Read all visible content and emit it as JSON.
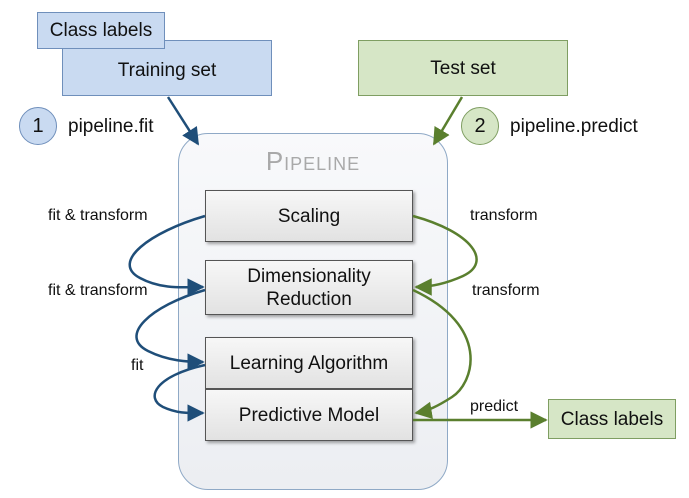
{
  "inputs": {
    "class_labels": "Class labels",
    "training_set": "Training set",
    "test_set": "Test set"
  },
  "steps": [
    {
      "number": "1",
      "call": "pipeline.fit"
    },
    {
      "number": "2",
      "call": "pipeline.predict"
    }
  ],
  "pipeline": {
    "title": "Pipeline",
    "stages": [
      "Scaling",
      "Dimensionality Reduction",
      "Learning Algorithm",
      "Predictive Model"
    ]
  },
  "edge_labels": {
    "fit_transform_1": "fit & transform",
    "fit_transform_2": "fit & transform",
    "fit": "fit",
    "transform_1": "transform",
    "transform_2": "transform",
    "predict": "predict"
  },
  "output": {
    "class_labels": "Class labels"
  },
  "colors": {
    "fit_arrows": "#1f4e79",
    "predict_arrows": "#5a7f2e",
    "training_fill": "#c9daf1",
    "test_fill": "#d6e6c6"
  }
}
